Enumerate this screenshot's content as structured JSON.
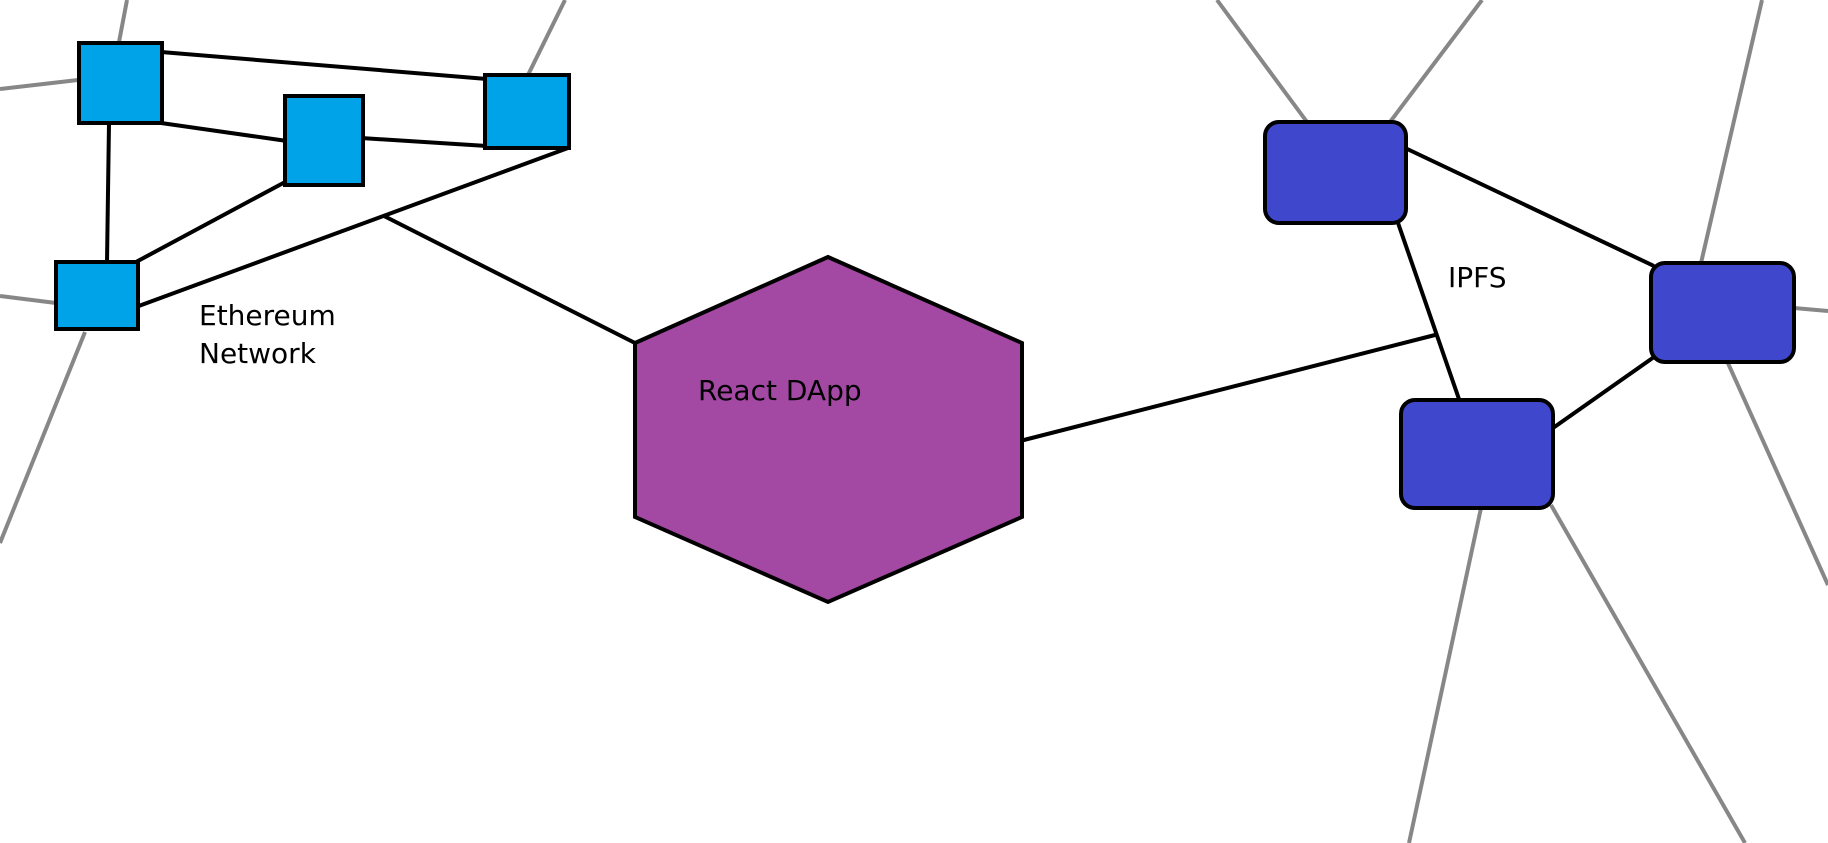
{
  "diagram": {
    "labels": {
      "ethereum_line1": "Ethereum",
      "ethereum_line2": "Network",
      "dapp": "React DApp",
      "ipfs": "IPFS"
    },
    "colors": {
      "background": "#ffffff",
      "ethereum_node_fill": "#00a2e8",
      "ipfs_node_fill": "#3f48cc",
      "dapp_fill": "#a349a4",
      "internal_edge": "#000000",
      "external_edge": "#878787"
    },
    "groups": [
      {
        "name": "Ethereum Network",
        "node_shape": "square",
        "node_count": 4
      },
      {
        "name": "IPFS",
        "node_shape": "rounded-rectangle",
        "node_count": 3
      },
      {
        "name": "React DApp",
        "node_shape": "hexagon",
        "node_count": 1
      }
    ],
    "connections": [
      {
        "from": "React DApp",
        "to": "Ethereum Network"
      },
      {
        "from": "React DApp",
        "to": "IPFS"
      }
    ]
  }
}
